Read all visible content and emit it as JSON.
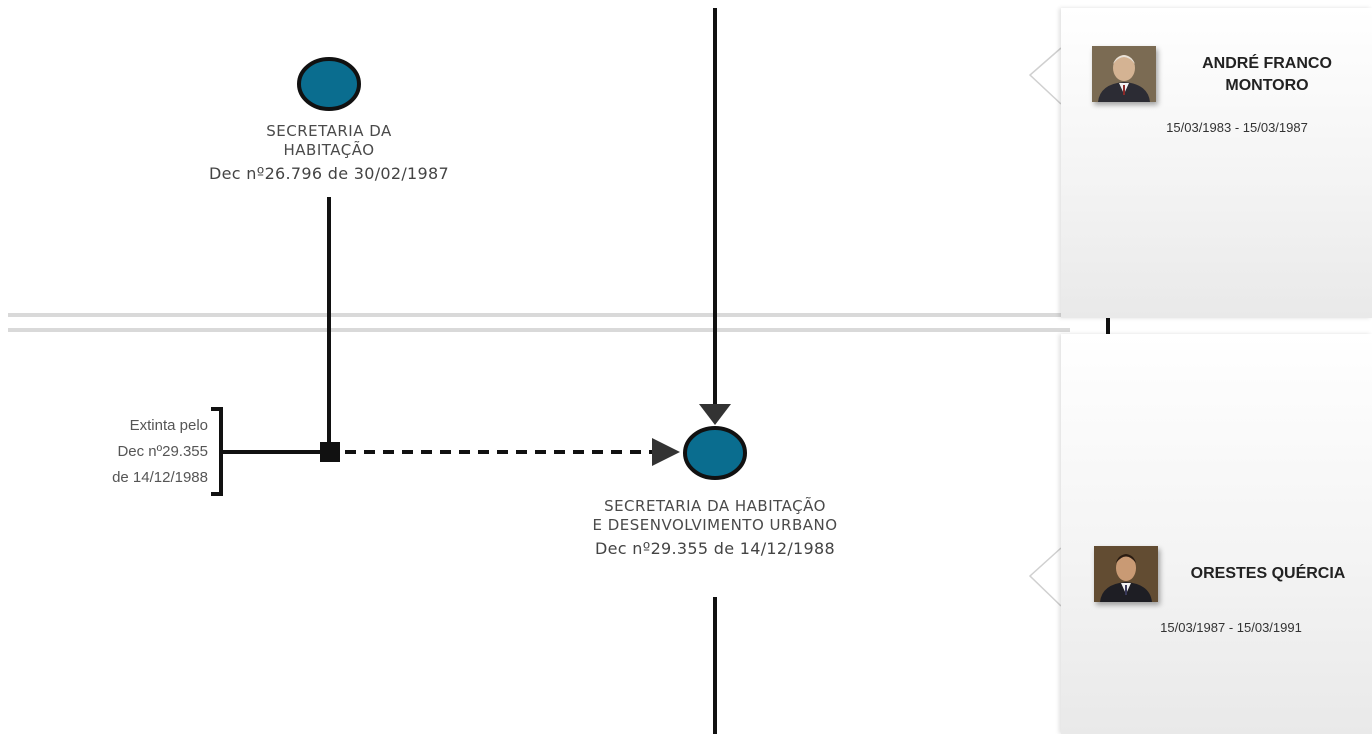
{
  "nodes": {
    "secretaria_habitacao": {
      "name": "SECRETARIA DA\nHABITAÇÃO",
      "decree": "Dec nº26.796 de 30/02/1987"
    },
    "secretaria_habitacao_desenvolvimento": {
      "name": "SECRETARIA DA HABITAÇÃO\nE DESENVOLVIMENTO URBANO",
      "decree": "Dec nº29.355 de 14/12/1988"
    }
  },
  "extinction_note": "Extinta pelo\nDec nº29.355\nde 14/12/1988",
  "governors": [
    {
      "name": "ANDRÉ FRANCO\nMONTORO",
      "term": "15/03/1983 - 15/03/1987",
      "portrait_icon": "portrait-photo"
    },
    {
      "name": "ORESTES QUÉRCIA",
      "term": "15/03/1987 - 15/03/1991",
      "portrait_icon": "portrait-photo"
    }
  ],
  "colors": {
    "node_fill": "#0a6d8f",
    "line": "#111111",
    "period_divider": "#d6d6d6",
    "panel_shadow": "#e9e9e9"
  }
}
